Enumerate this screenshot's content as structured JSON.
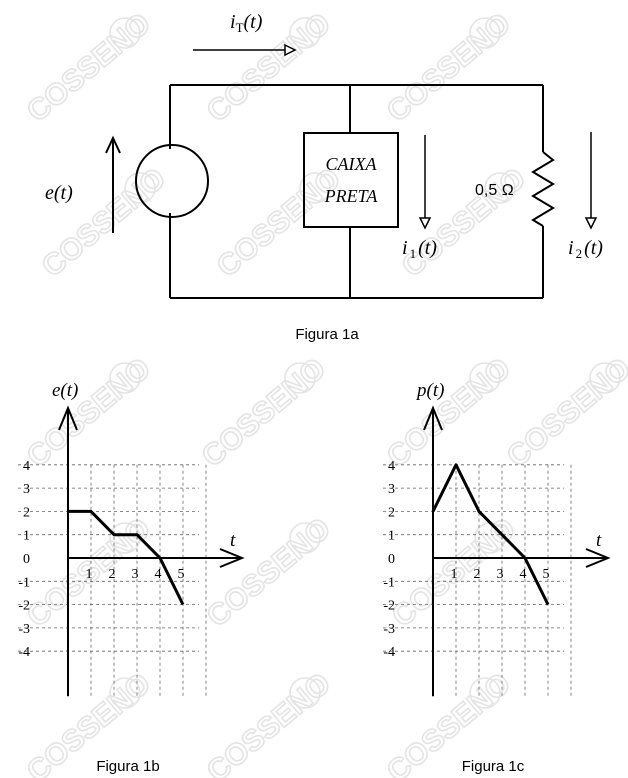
{
  "watermark": {
    "text": "COSSENO",
    "color": "#e4e4e4"
  },
  "circuit": {
    "source_label": "e(t)",
    "total_current": {
      "symbol": "i",
      "sub": "T",
      "arg": "(t)"
    },
    "box_line1": "CAIXA",
    "box_line2": "PRETA",
    "resistor_label": "0,5 Ω",
    "i1": {
      "symbol": "i",
      "sub": "1",
      "arg": "(t)"
    },
    "i2": {
      "symbol": "i",
      "sub": "2",
      "arg": "(t)"
    },
    "caption": "Figura 1a"
  },
  "chart_data": [
    {
      "type": "line",
      "ylabel": "e(t)",
      "xlabel": "t",
      "caption": "Figura 1b",
      "x_ticks": [
        1,
        2,
        3,
        4,
        5
      ],
      "y_ticks": [
        4,
        3,
        2,
        1,
        0,
        -1,
        -2,
        -3,
        -4
      ],
      "xlim": [
        0,
        6
      ],
      "ylim": [
        -4,
        4
      ],
      "grid": true,
      "grid_style": "dashed",
      "x": [
        0,
        1,
        2,
        3,
        4,
        5
      ],
      "y": [
        2,
        2,
        1,
        1,
        0,
        -2
      ]
    },
    {
      "type": "line",
      "ylabel": "p(t)",
      "xlabel": "t",
      "caption": "Figura 1c",
      "x_ticks": [
        1,
        2,
        3,
        4,
        5
      ],
      "y_ticks": [
        4,
        3,
        2,
        1,
        0,
        -1,
        -2,
        -3,
        -4
      ],
      "xlim": [
        0,
        6
      ],
      "ylim": [
        -4,
        4
      ],
      "grid": true,
      "grid_style": "dashed",
      "x": [
        0,
        1,
        2,
        4,
        5
      ],
      "y": [
        2,
        4,
        2,
        0,
        -2
      ]
    }
  ]
}
